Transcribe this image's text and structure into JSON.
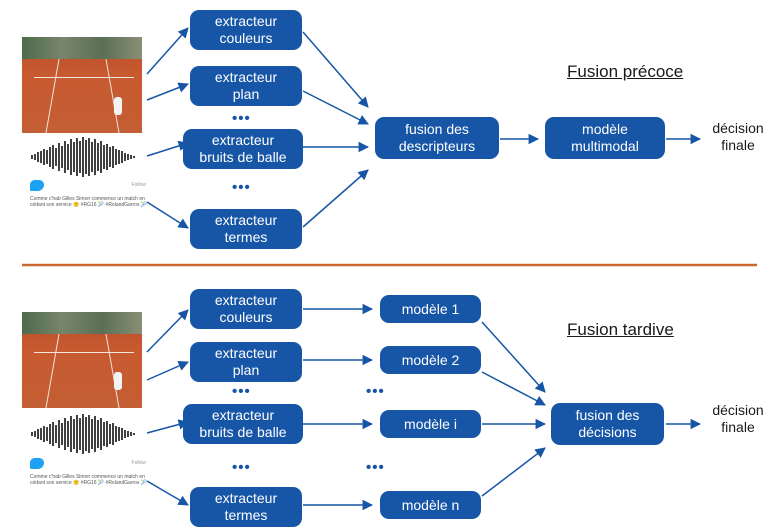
{
  "top": {
    "title": "Fusion précoce",
    "extractors": [
      {
        "line1": "extracteur",
        "line2": "couleurs"
      },
      {
        "line1": "extracteur",
        "line2": "plan"
      },
      {
        "line1": "extracteur",
        "line2": "bruits de balle"
      },
      {
        "line1": "extracteur",
        "line2": "termes"
      }
    ],
    "fusion": {
      "line1": "fusion des",
      "line2": "descripteurs"
    },
    "model": {
      "line1": "modèle",
      "line2": "multimodal"
    },
    "decision": {
      "line1": "décision",
      "line2": "finale"
    },
    "dots": "•••"
  },
  "bottom": {
    "title": "Fusion tardive",
    "extractors": [
      {
        "line1": "extracteur",
        "line2": "couleurs"
      },
      {
        "line1": "extracteur",
        "line2": "plan"
      },
      {
        "line1": "extracteur",
        "line2": "bruits de balle"
      },
      {
        "line1": "extracteur",
        "line2": "termes"
      }
    ],
    "models": [
      "modèle 1",
      "modèle 2",
      "modèle i",
      "modèle n"
    ],
    "fusion": {
      "line1": "fusion des",
      "line2": "décisions"
    },
    "decision": {
      "line1": "décision",
      "line2": "finale"
    },
    "dots": "•••"
  },
  "tweet": {
    "text": "Comme c'hab Gilles Simon commence un match en cédant son service 😕 #RG16 🎾 #RolandGarros 🎾",
    "follow": "Follow"
  },
  "colors": {
    "node": "#1756a6",
    "separator": "#c9682d"
  }
}
